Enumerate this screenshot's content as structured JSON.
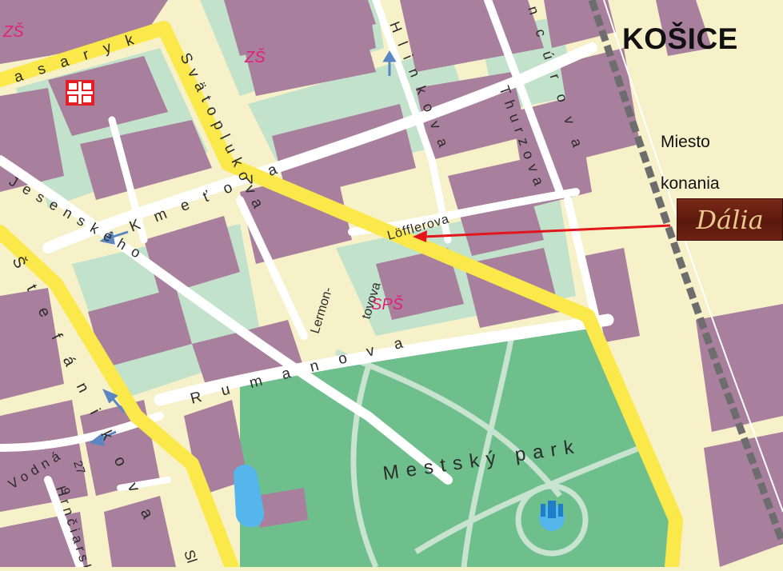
{
  "map": {
    "title": "KOŠICE",
    "venue": {
      "label_line1": "Miesto",
      "label_line2": "konania",
      "logo_text": "Dália"
    },
    "streets": {
      "masaryk": "asaryk",
      "svatopluk": "Svätoplukova",
      "kmetova": "Kmeťova",
      "jesensky": "Jesenského",
      "stefanikova": "Štefánikova",
      "hlinkova": "Hlinkova",
      "thurzova": "Thurzova",
      "mlyncurova": "ncúrova",
      "loffler": "Löfflerova",
      "lermontovova_1": "Lermon-",
      "lermontovova_2": "tovova",
      "rumanova": "Rumanova",
      "vodna": "Vodná",
      "hrnciarska": "Hrnčiarsk",
      "number_27": "27",
      "number_9": "9",
      "sl": "Sl"
    },
    "pois": {
      "zs": "ZŠ",
      "sps": "SPŠ",
      "corner": "ZŠ",
      "park": "Mestský park"
    },
    "icons": {
      "hospital": "hospital-cross-icon",
      "fountain": "fountain-icon",
      "one_way": "one-way-arrow-icon"
    },
    "colors": {
      "background": "#f7f1c9",
      "building": "#a87f9d",
      "road": "#ffffff",
      "route": "#fbe94c",
      "park": "#6fbf8c",
      "yard": "#c3e2cb",
      "water": "#54b6ea",
      "arrow": "#e3161b",
      "railway": "#6d6d6d"
    }
  }
}
